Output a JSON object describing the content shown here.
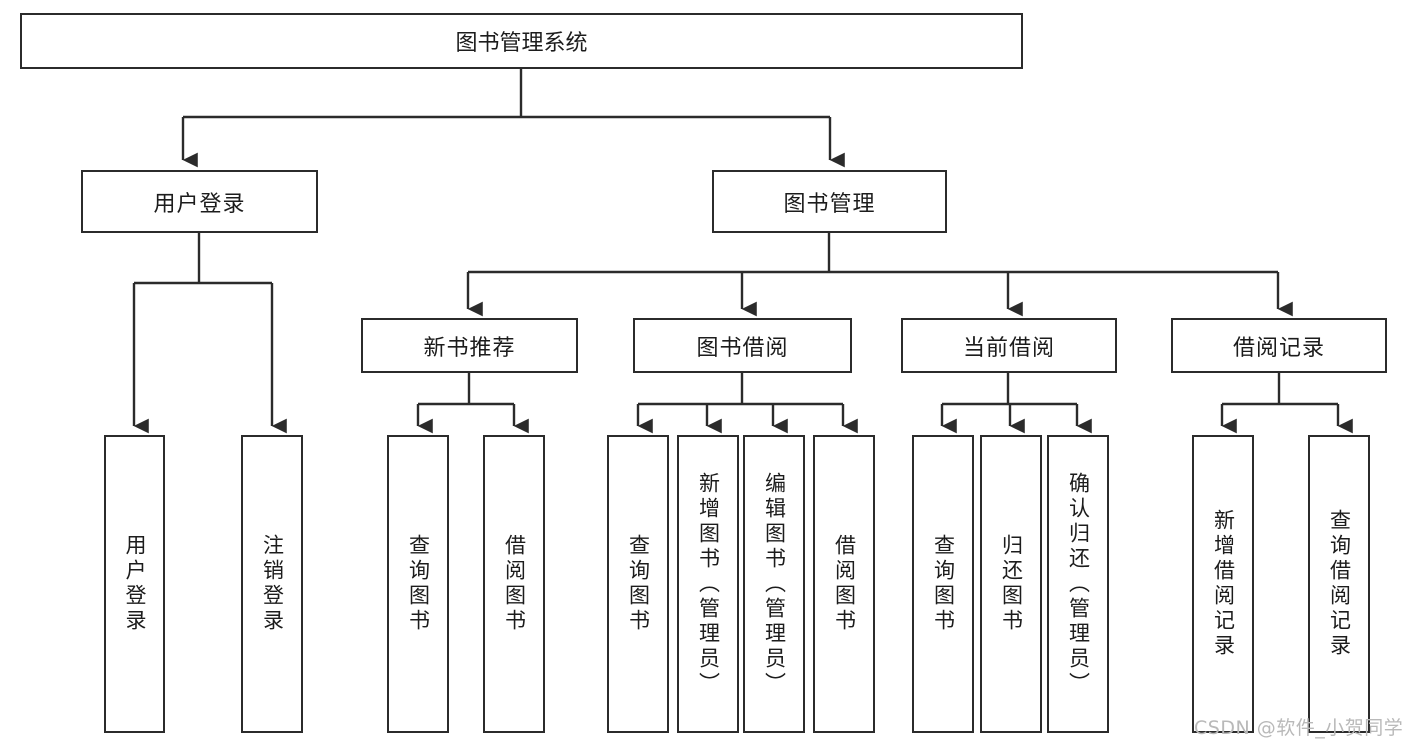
{
  "diagram": {
    "type": "tree-hierarchy-chart",
    "root": {
      "label": "图书管理系统"
    },
    "level2": [
      {
        "label": "用户登录"
      },
      {
        "label": "图书管理"
      }
    ],
    "level3": [
      {
        "label": "新书推荐"
      },
      {
        "label": "图书借阅"
      },
      {
        "label": "当前借阅"
      },
      {
        "label": "借阅记录"
      }
    ],
    "leaves": {
      "user_login": [
        {
          "label": "用户登录"
        },
        {
          "label": "注销登录"
        }
      ],
      "new_book_recommend": [
        {
          "label": "查询图书"
        },
        {
          "label": "借阅图书"
        }
      ],
      "book_borrow": [
        {
          "label": "查询图书"
        },
        {
          "label": "新增图书（管理员）"
        },
        {
          "label": "编辑图书（管理员）"
        },
        {
          "label": "借阅图书"
        }
      ],
      "current_borrow": [
        {
          "label": "查询图书"
        },
        {
          "label": "归还图书"
        },
        {
          "label": "确认归还（管理员）"
        }
      ],
      "borrow_record": [
        {
          "label": "新增借阅记录"
        },
        {
          "label": "查询借阅记录"
        }
      ]
    }
  },
  "watermark": {
    "text": "CSDN @软件_小贺同学"
  },
  "colors": {
    "border": "#2b2b2b",
    "text": "#1c1c1c",
    "background": "#ffffff",
    "watermark": "#b9b9b9"
  }
}
